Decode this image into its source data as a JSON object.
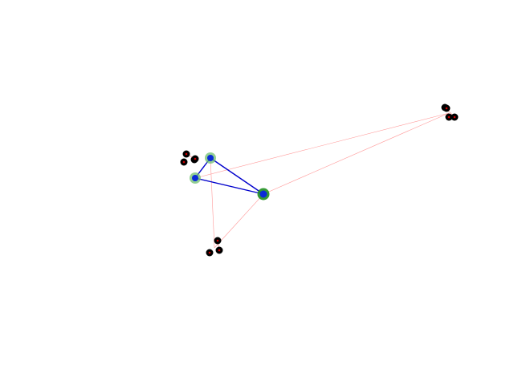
{
  "graph": {
    "colors": {
      "background": "#ffffff",
      "primary_edge": "#0000cc",
      "secondary_edge": "#ff9a9a",
      "node_fill": "#0b2bd8",
      "node_halo": "#6fbf6f",
      "node_halo_strong": "#1f8f1f",
      "cluster_dot": "#000000",
      "cluster_dot_center": "#cc0000",
      "cluster_link": "#ff9a9a"
    },
    "nodes": [
      {
        "id": "n1",
        "role": "primary-node",
        "halo": "light"
      },
      {
        "id": "n2",
        "role": "primary-node",
        "halo": "light"
      },
      {
        "id": "n3",
        "role": "primary-node",
        "halo": "strong"
      }
    ],
    "clusters": [
      {
        "id": "c1",
        "dots": 4
      },
      {
        "id": "c2",
        "dots": 4
      },
      {
        "id": "c3",
        "dots": 3
      }
    ],
    "primary_edges": [
      {
        "from": "n1",
        "to": "n2"
      },
      {
        "from": "n1",
        "to": "n3"
      },
      {
        "from": "n2",
        "to": "n3"
      }
    ],
    "secondary_edges": [
      {
        "from": "n1",
        "to": "c3"
      },
      {
        "from": "n3",
        "to": "c3"
      },
      {
        "from": "n2",
        "to": "c2"
      },
      {
        "from": "n3",
        "to": "c2"
      }
    ]
  }
}
